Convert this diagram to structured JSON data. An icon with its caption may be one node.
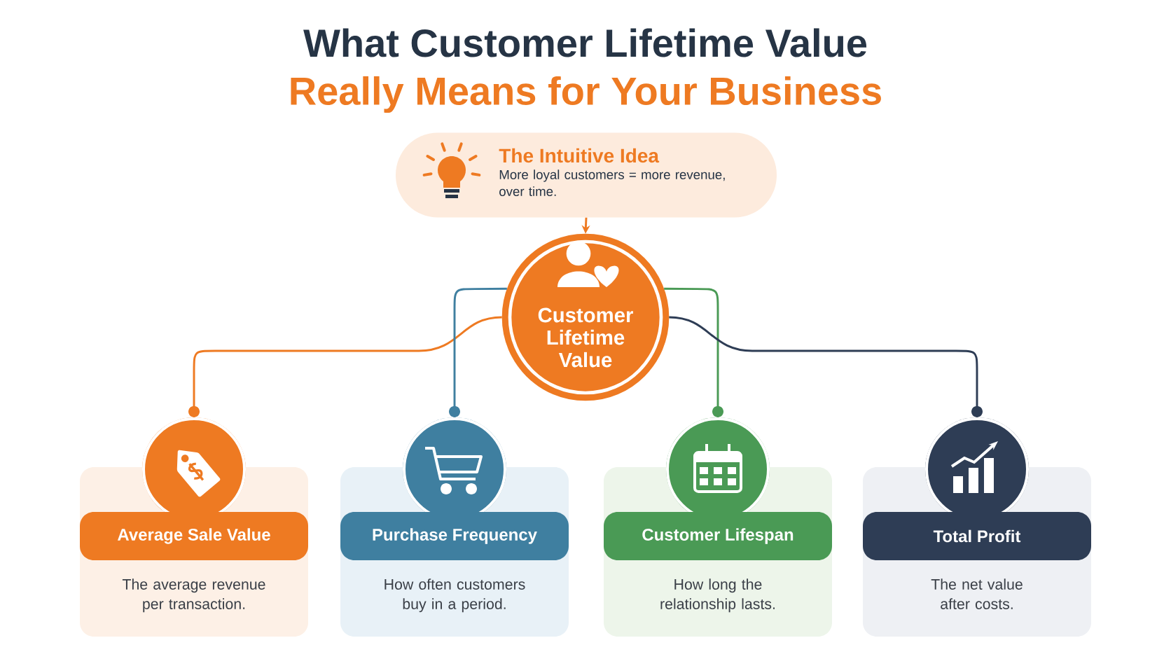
{
  "diagram": {
    "title": "What Customer Lifetime Value",
    "labels": [
      "Really Means for Your Business"
    ],
    "nodes": [
      {
        "text": [
          "The Intuitive Idea",
          "More loyal customers = more revenue, over time."
        ]
      },
      {
        "text": [
          "Customer Lifetime Value"
        ]
      },
      {
        "text": [
          "Average Sale Value",
          "The average revenue per transaction."
        ]
      },
      {
        "text": [
          "Purchase Frequency",
          "How often customers buy in a period."
        ]
      },
      {
        "text": [
          "Customer Lifespan",
          "How long the relationship lasts."
        ]
      },
      {
        "text": [
          "Total Profit",
          "The net value after costs."
        ]
      }
    ],
    "edges": [
      {
        "from": 0,
        "to": 1,
        "arrow": "to",
        "color": "#ee7a22"
      },
      {
        "from": 1,
        "to": 2,
        "arrow": "other",
        "color": "#ee7a22"
      },
      {
        "from": 1,
        "to": 3,
        "arrow": "other",
        "color": "#3f7fa0"
      },
      {
        "from": 1,
        "to": 4,
        "arrow": "other",
        "color": "#4a9a55"
      },
      {
        "from": 1,
        "to": 5,
        "arrow": "other",
        "color": "#2e3d55"
      }
    ]
  }
}
